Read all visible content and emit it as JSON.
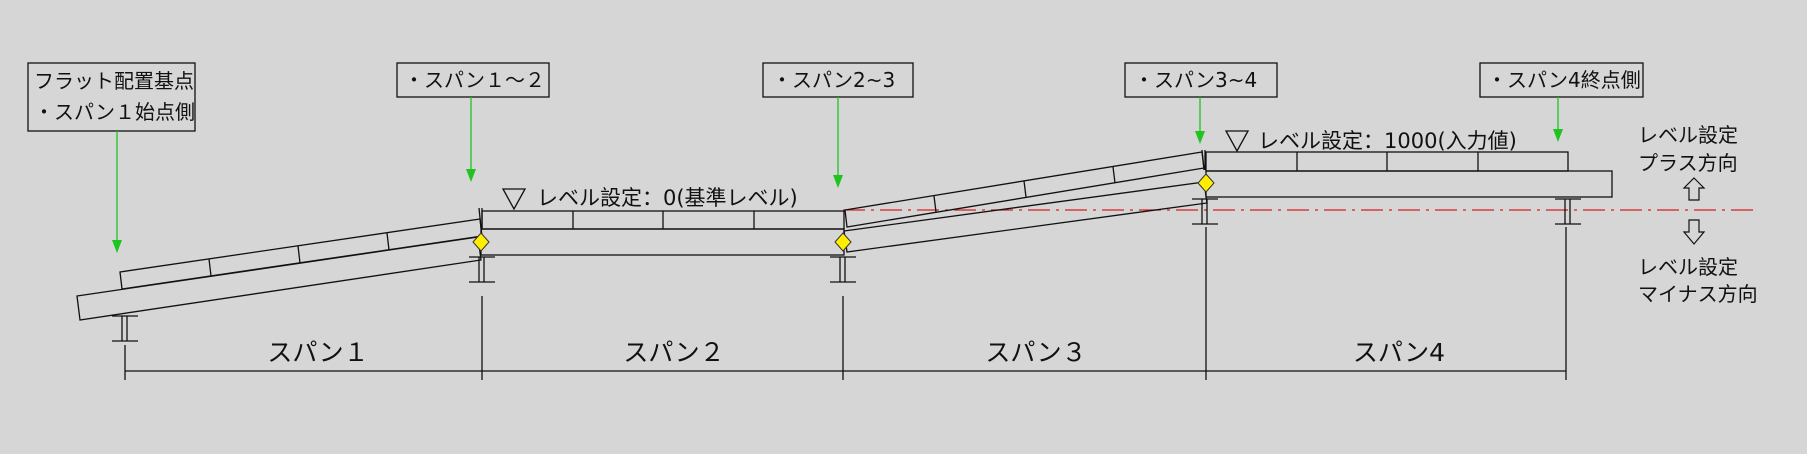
{
  "colors": {
    "background": "#d6d6d6",
    "line": "#111111",
    "arrow": "#1fc41f",
    "reference_line": "#d62020",
    "hinge_marker": "#ffee00"
  },
  "callouts": {
    "base": {
      "line1": "フラット配置基点",
      "line2": "・スパン１始点側"
    },
    "s12": {
      "text": "・スパン１～２"
    },
    "s23": {
      "text": "・スパン2~3"
    },
    "s34": {
      "text": "・スパン3~4"
    },
    "s4end": {
      "text": "・スパン4終点側"
    }
  },
  "levels": {
    "zero": "レベル設定：0(基準レベル)",
    "thousand": "レベル設定：1000(入力値)"
  },
  "direction": {
    "plus_line1": "レベル設定",
    "plus_line2": "プラス方向",
    "minus_line1": "レベル設定",
    "minus_line2": "マイナス方向"
  },
  "spans": [
    "スパン１",
    "スパン２",
    "スパン３",
    "スパン4"
  ],
  "icons": {
    "level_marker": "inverted-triangle-icon",
    "up_arrow": "hollow-up-arrow-icon",
    "down_arrow": "hollow-down-arrow-icon",
    "support": "i-beam-support-icon",
    "hinge": "yellow-diamond-icon"
  }
}
